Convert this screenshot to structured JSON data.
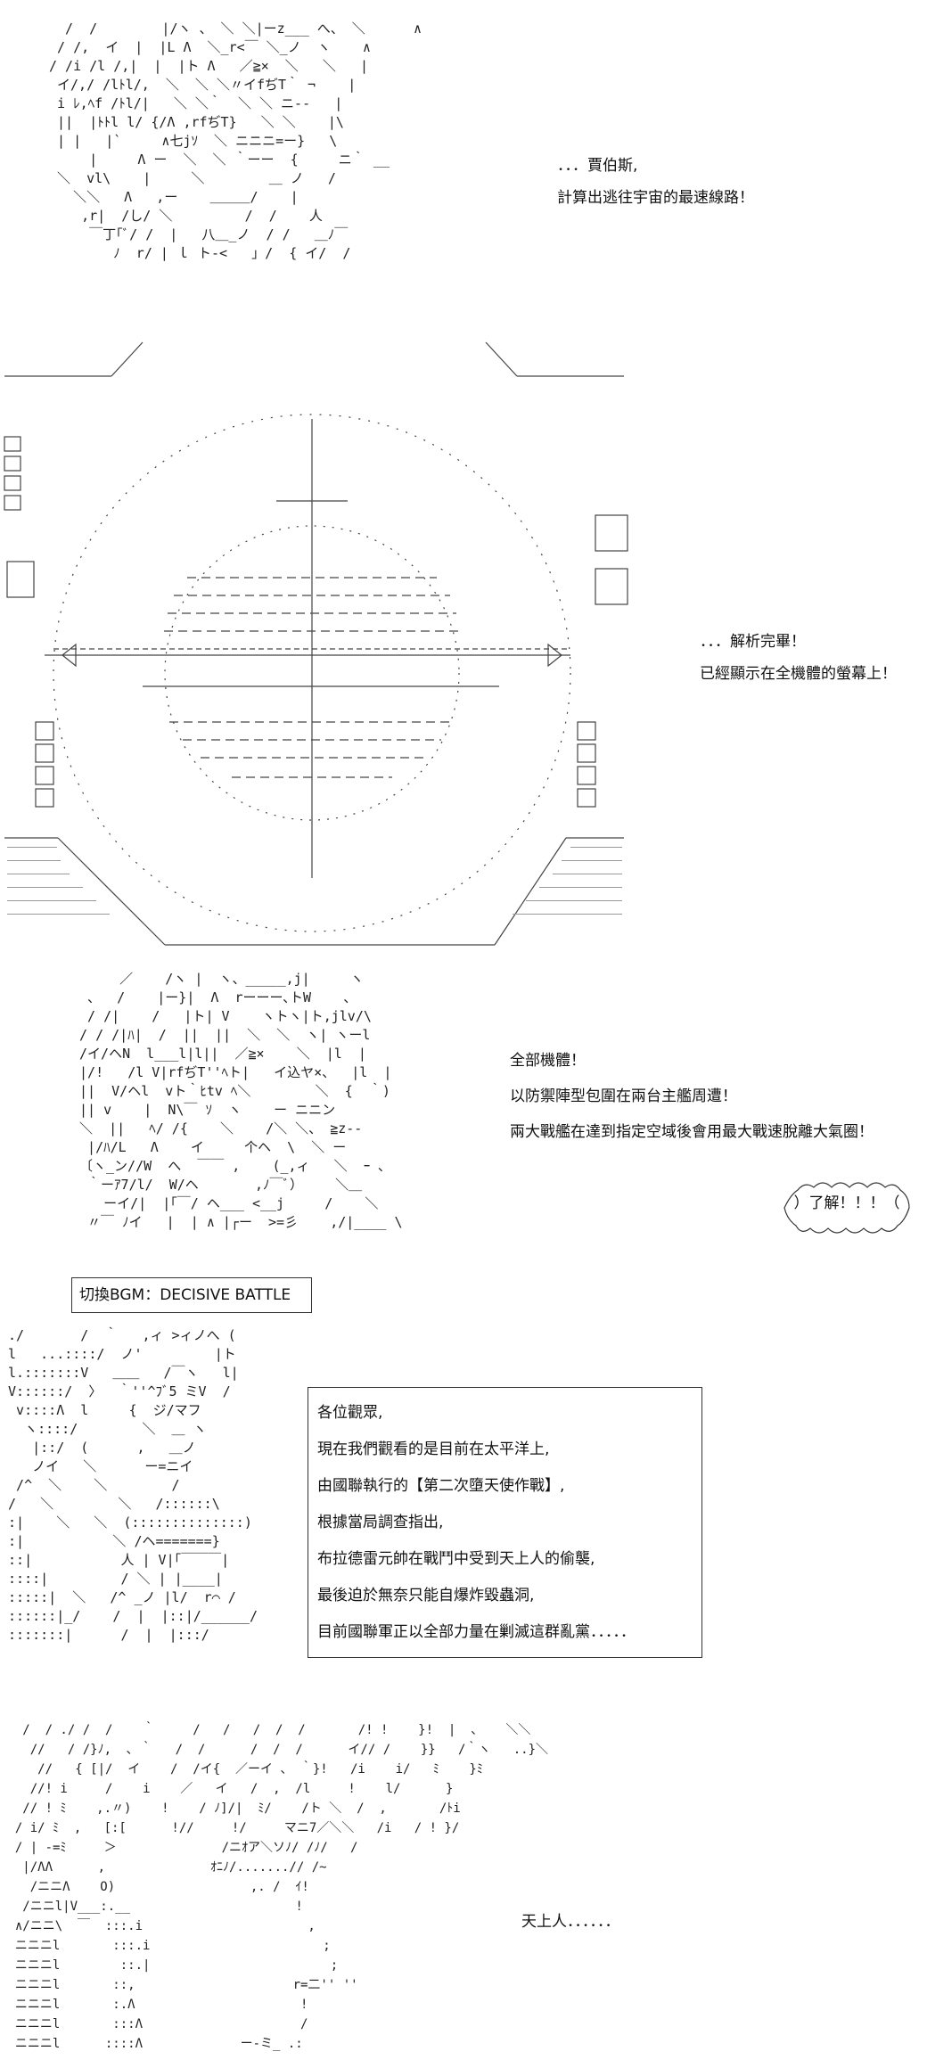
{
  "panel1": {
    "art": "  /  /        |/ヽ 、 ＼ ＼|ーz___ へ、 ＼      ∧\n / /,  イ  |  |L Λ  ＼_r<￣ ＼_ノ  ヽ    ∧\n/ /i /l /,|  |  |ト Λ   ／≧×  ＼   ＼   |\n イ/,/ /lﾄl/,  ＼  ＼ ＼〃イfぢT｀ ¬    |\n i ﾚ,ﾍf /ﾄl/|   ＼ ＼｀  ＼ ＼ ニ--   |\n ||  |ﾄﾄl l/ {/Λ ,rfぢT}   ＼ ＼    |\\ \n | |   |`     ∧七jｿ  ＼ ニニニ=ー}   \\ \n     |     Λ ー  ＼  ＼ ｀ーー  {     ニ｀ __\n ＼  vl\\    |     ＼        ＿ ノ   /  \n   ＼＼   Λ   ,ー    ＿＿＿/    |\n    ,r|  /し/ ＼         /  /    人\n     ￣丁｢ﾞ/ /  |   八＿_ノ  / /   ＿ﾉ￣\n        ﾉ  r/ | ｌ ト-<   」/  { イ/  /",
    "line1": "．．．賈伯斯,",
    "line2": "計算出逃往宇宙的最速線路！"
  },
  "panel2": {
    "line1": "．．．解析完畢！",
    "line2": "已經顯示在全機體的螢幕上！"
  },
  "panel3": {
    "art": "      ／    /ヽ |  ヽ、_____,j|     ヽ\n  、  /    |ー}|  Λ  rーーー､トW    、\n  / /|    /   |ト| V    ヽトヽ|ト,jlv/\\\n / / /|ﾊ|  /  ||  ||  ＼  ＼  ヽ| ヽーl  \n /イ/ヘN  l___l|l||  ／≧×    ＼  |l  |\n |/!   /l V|rfぢT''ﾍト|   イ込ヤ×、  |l  |\n ||  V/ヘl  vト｀ﾋtv ﾍ＼        ＼  {  ｀)\n || v    |  N\\￣ ｿ  ヽ    ー ニニン\n ＼  ||   ﾍ/ /{    ＼    /＼ ＼、 ≧z--\n  |/ﾊ/L   Λ    イ     个ヘ  \\  ＼ ー\n 〔ヽ_ン//W  へ  ￣￣ ,    (_,ィ   ＼  ｰ ､\n  ｀ーｱ7/l/  W/ヘ       ,ﾉ￣ﾞ）    ＼＿\n    ーイ/|  |｢￣/ ヘ___ <__j     /    ＼\n  〃￣ ﾉイ   |  | ∧ |┌ー  >=彡    ,/|____ \\",
    "line1": "全部機體！",
    "line2": "以防禦陣型包圍在兩台主艦周遭！",
    "line3": "兩大戰艦在達到指定空域後會用最大戰速脫離大氣圈！",
    "reply": "）了解！！！（"
  },
  "bgm": "切換BGM：DECISIVE BATTLE",
  "panel4": {
    "art": " ./       /  ｀   ,ィ >ィノへ (\n l   ...::::/  ノ'         |ト\n l.:::::::V   ＿＿   /￣ヽ   l|\n V::::::/  〉  ｀''^ﾌﾞ5 ミV  /\n  v::::Λ  l     {  ジ/マフ\n   ヽ::::/        ＼  ＿ ヽ\n    |::/  (      ,   ＿ノ\n    ノイ   ＼      ー=ニイ\n  /^  ＼    ＼        /\n /   ＼        ＼   /::::::\\\n :|    ＼   ＼  (::::::::::::::)\n :|           ＼ /ヘ=======}\n ::|           人 | V|｢￣￣￣|\n ::::|         / ＼ | |____|\n :::::|  ＼   /^ _ノ |l/  r⌒ /\n ::::::|_/    /  |  |::|/______/\n :::::::|      /  |  |:::/",
    "lines": [
      "各位觀眾,",
      "現在我們觀看的是目前在太平洋上,",
      "由國聯執行的【第二次墮天使作戰】,",
      "根據當局調查指出,",
      "布拉德雷元帥在戰鬥中受到天上人的偷襲,",
      "最後迫於無奈只能自爆炸毀蟲洞,",
      "目前國聯軍正以全部力量在剿滅這群亂黨．．．．．"
    ]
  },
  "panel5": {
    "art": "   /  / ./ /  /    ｀     /   /   /  /  /       /! !    }!  |  、   ＼＼\n    //   / /}ﾉ,  ､ ｀   /  /      /  /  /      イ// /    }}   /｀ヽ   ..}＼\n     //   { [|/  イ    /  /イ{  ／ーイ 、 ｀}!   /i    i/   ﾐ    }ﾐ\n    //! i     /    i    ／   イ   /  ,  /l     !    l/      }\n   // ! ﾐ    ,.〃)    !    / ﾉ]/|  ﾐ/    /ト ＼  /  ,       /ﾄi\n  / i/ ﾐ  ,   [:[      !//     !/     マニ7／＼＼   /i   / ! }/\n  / | -=ﾐ     ＞              /ニｵア＼ソﾉ/ /ﾉ/   /\n   |/ΛΛ      ,              ｵﾆﾉ/.......// /~\n    /ニニΛ    O)                  ,. /  ｲ!\n   /ニニl|V___:.__                      !\n  ∧/ニニ\\  ￣  :::.i                      ,\n  ニニニl       :::.i                       ;\n  ニニニl        ::.|                        ;\n  ニニニl       ::,                     r=二'' ''\n  ニニニl       :.Λ                      !\n  ニニニl       :::Λ                     /\n  ニニニl      ::::Λ             ー-ミ_ .:",
    "line1": "天上人．．．．．．"
  }
}
